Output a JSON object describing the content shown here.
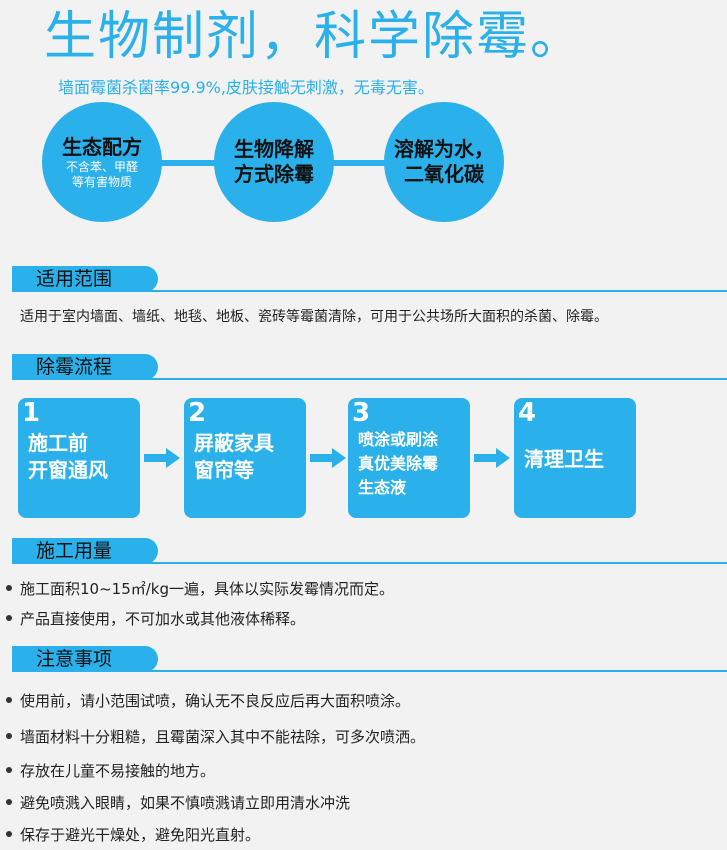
{
  "header": {
    "title": "生物制剂，科学除霉。",
    "subtitle": "墙面霉菌杀菌率99.9%,皮肤接触无刺激，无毒无害。"
  },
  "features": [
    {
      "title": "生态配方",
      "note_line1": "不含苯、甲醛",
      "note_line2": "等有害物质"
    },
    {
      "title_line1": "生物降解",
      "title_line2": "方式除霉"
    },
    {
      "title_line1": "溶解为水，",
      "title_line2": "二氧化碳"
    }
  ],
  "sections": {
    "scope": {
      "heading": "适用范围",
      "text": "适用于室内墙面、墙纸、地毯、地板、瓷砖等霉菌清除，可用于公共场所大面积的杀菌、除霉。"
    },
    "process": {
      "heading": "除霉流程",
      "steps": [
        {
          "num": "1",
          "line1": "施工前",
          "line2": "开窗通风"
        },
        {
          "num": "2",
          "line1": "屏蔽家具",
          "line2": "窗帘等"
        },
        {
          "num": "3",
          "line1": "喷涂或刷涂",
          "line2": "真优美除霉",
          "line3": "生态液"
        },
        {
          "num": "4",
          "line1": "清理卫生"
        }
      ]
    },
    "usage": {
      "heading": "施工用量",
      "items": [
        "施工面积10~15㎡/kg一遍，具体以实际发霉情况而定。",
        "产品直接使用，不可加水或其他液体稀释。"
      ]
    },
    "notes": {
      "heading": "注意事项",
      "items": [
        "使用前，请小范围试喷，确认无不良反应后再大面积喷涂。",
        "墙面材料十分粗糙，且霉菌深入其中不能祛除，可多次喷洒。",
        "存放在儿童不易接触的地方。",
        "避免喷溅入眼睛，如果不慎喷溅请立即用清水冲洗",
        "保存于避光干燥处，避免阳光直射。"
      ]
    }
  },
  "colors": {
    "accent": "#2ab0ea",
    "background": "#f2f2f2"
  },
  "icons": {
    "arrow": "right-arrow-icon",
    "bullet": "bullet-dot-icon"
  }
}
